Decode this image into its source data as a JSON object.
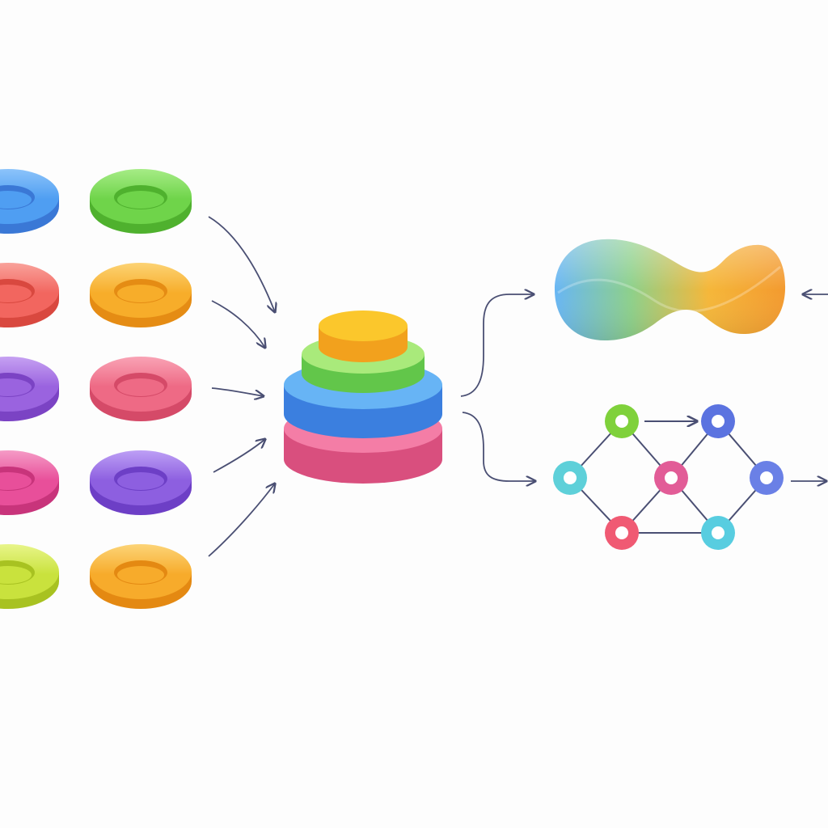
{
  "diagram": {
    "background": "#fdfdfd",
    "arrow_color": "#4a4f73",
    "inputs": {
      "rings": [
        {
          "name": "input-ring-blue",
          "color": "#4f9ef2",
          "light": "#8cc4fa",
          "dark": "#3a78d6"
        },
        {
          "name": "input-ring-green",
          "color": "#6fd44a",
          "light": "#a6ec86",
          "dark": "#4fb12e"
        },
        {
          "name": "input-ring-red",
          "color": "#f2665f",
          "light": "#f9a29b",
          "dark": "#d9483f"
        },
        {
          "name": "input-ring-orange",
          "color": "#f7ad2a",
          "light": "#fcd374",
          "dark": "#e58c14"
        },
        {
          "name": "input-ring-purple",
          "color": "#9a63df",
          "light": "#c6a1f2",
          "dark": "#7b43c4"
        },
        {
          "name": "input-ring-pink",
          "color": "#ee6a85",
          "light": "#f9a3b5",
          "dark": "#d54a68"
        },
        {
          "name": "input-ring-magenta",
          "color": "#e84f9a",
          "light": "#f59bc6",
          "dark": "#c8347b"
        },
        {
          "name": "input-ring-violet",
          "color": "#8d5fe0",
          "light": "#bd9ff5",
          "dark": "#6d3fc6"
        },
        {
          "name": "input-ring-lime",
          "color": "#c9e23d",
          "light": "#e8f58a",
          "dark": "#a8c221"
        },
        {
          "name": "input-ring-yellow-orange",
          "color": "#f7ab2b",
          "light": "#fcd477",
          "dark": "#e48912"
        }
      ]
    },
    "stack": {
      "layers": [
        {
          "name": "stack-layer-pink",
          "top": "#f47da6",
          "side": "#d94f7e"
        },
        {
          "name": "stack-layer-blue",
          "top": "#67b4f5",
          "side": "#3b7fdf"
        },
        {
          "name": "stack-layer-green",
          "top": "#a9ea7b",
          "side": "#62c64a"
        },
        {
          "name": "stack-layer-orange",
          "top": "#fbc72c",
          "side": "#f2a11d"
        }
      ]
    },
    "blob": {
      "colors": [
        "#68b6f4",
        "#8ed08a",
        "#f5b73a",
        "#f39a2f"
      ]
    },
    "graph": {
      "nodes": [
        {
          "id": "a",
          "name": "graph-node-green",
          "color": "#7fd13b"
        },
        {
          "id": "b",
          "name": "graph-node-blue-top",
          "color": "#5b73e0"
        },
        {
          "id": "c",
          "name": "graph-node-cyan-left",
          "color": "#5ed0d9"
        },
        {
          "id": "d",
          "name": "graph-node-pink-center",
          "color": "#e25c97"
        },
        {
          "id": "e",
          "name": "graph-node-blue-right",
          "color": "#6a80e6"
        },
        {
          "id": "f",
          "name": "graph-node-red",
          "color": "#f05a73"
        },
        {
          "id": "g",
          "name": "graph-node-cyan-bottom",
          "color": "#58cde0"
        }
      ],
      "edges": [
        [
          "a",
          "c"
        ],
        [
          "a",
          "d"
        ],
        [
          "b",
          "d"
        ],
        [
          "b",
          "e"
        ],
        [
          "c",
          "f"
        ],
        [
          "d",
          "f"
        ],
        [
          "d",
          "g"
        ],
        [
          "e",
          "g"
        ],
        [
          "f",
          "g"
        ]
      ],
      "arrow_edges": [
        [
          "a",
          "b"
        ]
      ]
    }
  }
}
